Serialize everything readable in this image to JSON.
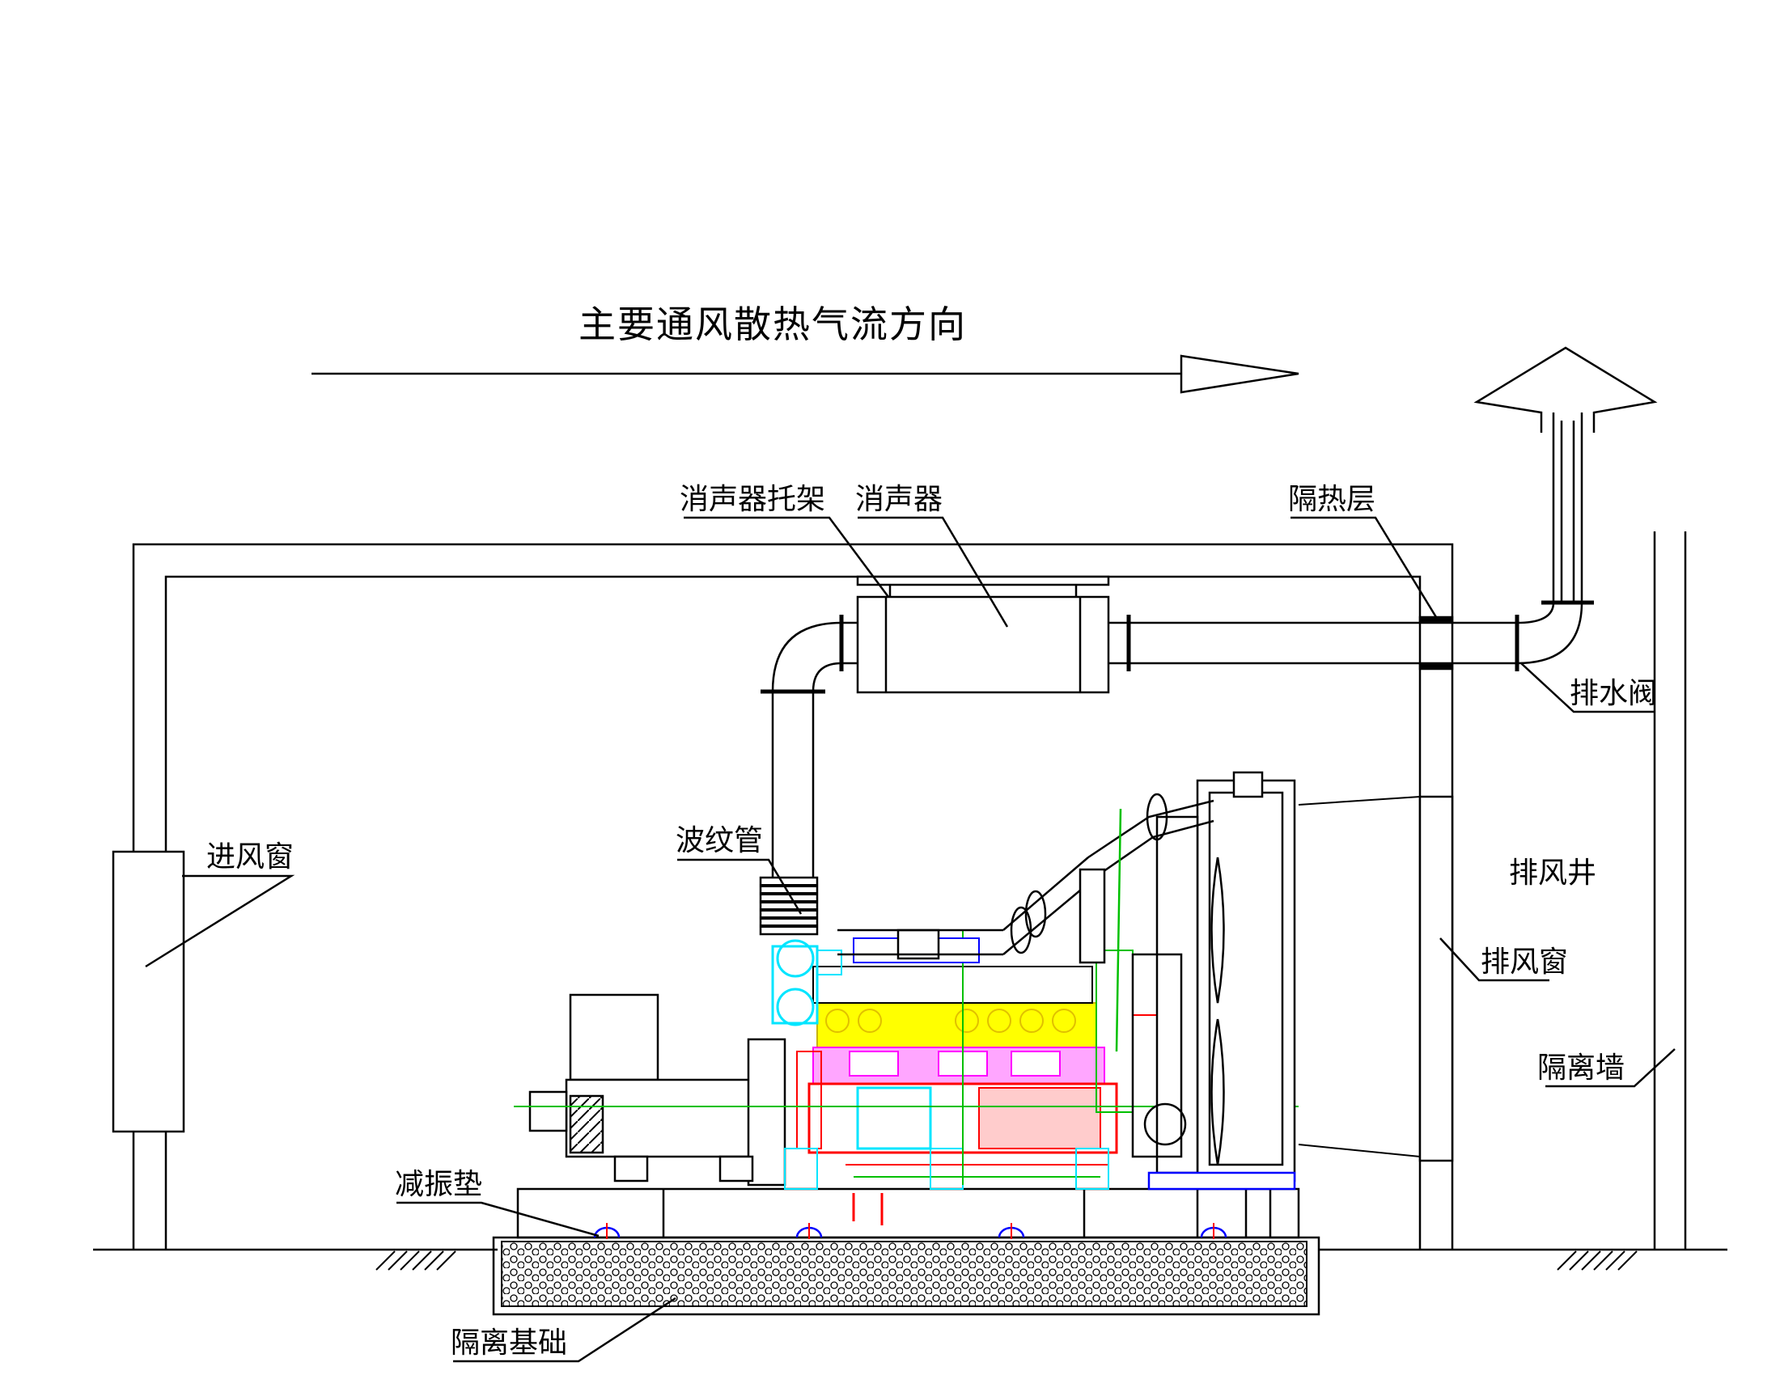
{
  "diagram": {
    "title": "主要通风散热气流方向",
    "labels": {
      "muffler_bracket": "消声器托架",
      "muffler": "消声器",
      "insulation_layer": "隔热层",
      "drain_valve": "排水阀",
      "air_inlet_window": "进风窗",
      "bellows": "波纹管",
      "exhaust_shaft": "排风井",
      "exhaust_window": "排风窗",
      "isolation_wall": "隔离墙",
      "damping_pad": "减振垫",
      "isolation_foundation": "隔离基础"
    },
    "colors": {
      "line": "#000000",
      "engine_yellow": "#ffff00",
      "engine_red": "#ff0000",
      "engine_magenta": "#ff00ff",
      "engine_cyan": "#00e5ff",
      "engine_blue": "#0000ff",
      "engine_green": "#00c000"
    }
  }
}
